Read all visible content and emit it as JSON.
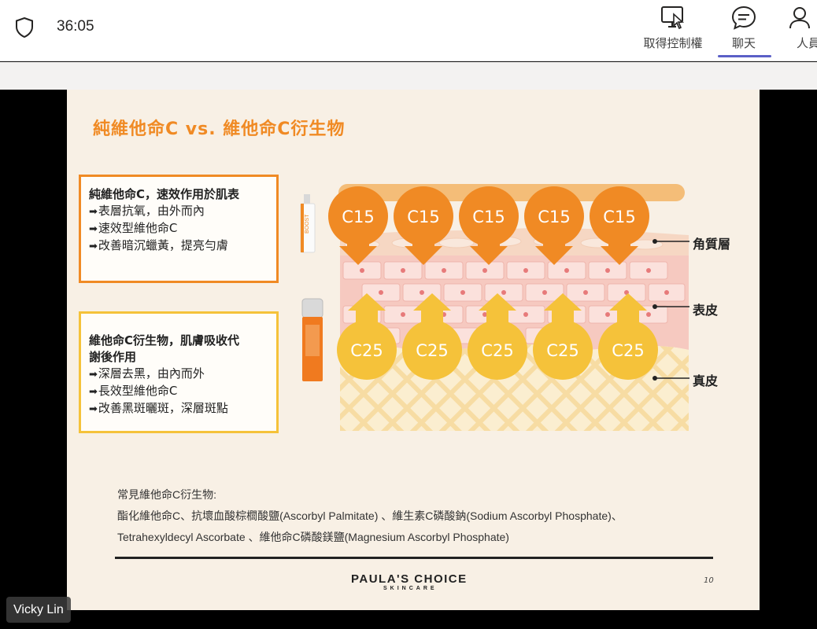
{
  "topbar": {
    "timer": "36:05",
    "control_label": "取得控制權",
    "chat_label": "聊天",
    "people_label": "人員"
  },
  "slide": {
    "title": "純維他命C vs. 維他命C衍生物",
    "box1": {
      "heading": "純維他命C，速效作用於肌表",
      "lines": [
        "表層抗氧，由外而內",
        "速效型維他命C",
        "改善暗沉蠟黃，提亮勻膚"
      ]
    },
    "box2": {
      "heading1": "維他命C衍生物，肌膚吸收代",
      "heading2": "謝後作用",
      "lines": [
        "深層去黑，由內而外",
        "長效型維他命C",
        "改善黑斑曬斑，深層斑點"
      ]
    },
    "diagram": {
      "c15_label": "C15",
      "c25_label": "C25",
      "layer_stratum": "角質層",
      "layer_epidermis": "表皮",
      "layer_dermis": "真皮",
      "bottle_text": "BOOST"
    },
    "notes": {
      "line1": "常見維他命C衍生物:",
      "line2": "酯化維他命C、抗壞血酸棕櫚酸鹽(Ascorbyl Palmitate) 、維生素C磷酸鈉(Sodium Ascorbyl Phosphate)、",
      "line3": "Tetrahexyldecyl Ascorbate 、維他命C磷酸鎂鹽(Magnesium Ascorbyl Phosphate)"
    },
    "logo_main": "PAULA'S CHOICE",
    "logo_sub": "SKINCARE",
    "page_number": "10"
  },
  "speaker_name": "Vicky Lin",
  "colors": {
    "accent_orange": "#f08a24",
    "accent_yellow": "#f5c23a",
    "teams_purple": "#5b5fc7"
  }
}
